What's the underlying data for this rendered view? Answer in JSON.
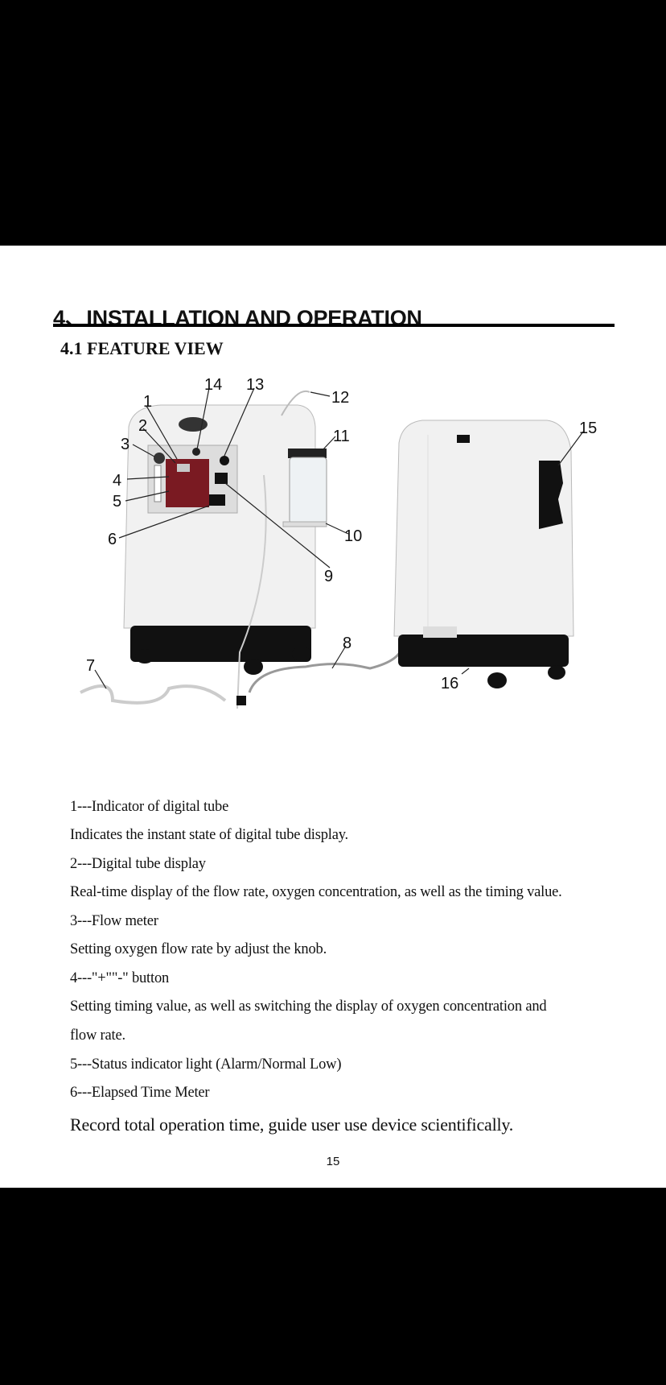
{
  "heading": "4、INSTALLATION AND OPERATION",
  "subheading": "4.1 FEATURE VIEW",
  "figure_labels": [
    "1",
    "2",
    "3",
    "4",
    "5",
    "6",
    "7",
    "8",
    "9",
    "10",
    "11",
    "12",
    "13",
    "14",
    "15",
    "16"
  ],
  "items": [
    {
      "title": "1---Indicator of digital tube",
      "desc": "Indicates the instant state of digital tube display."
    },
    {
      "title": "2---Digital tube display",
      "desc": "Real-time display of the flow rate, oxygen concentration, as well as the timing value."
    },
    {
      "title": "3---Flow meter",
      "desc": "Setting oxygen flow rate by adjust the knob."
    },
    {
      "title": "4---\"+\"\"-\" button",
      "desc": "Setting timing value, as well as switching the display of oxygen concentration and",
      "desc2": "flow rate."
    },
    {
      "title": "5---Status indicator light (Alarm/Normal Low)"
    },
    {
      "title": "6---Elapsed Time Meter",
      "desc": "Record total operation time, guide user use device scientifically."
    }
  ],
  "page_number": "15"
}
